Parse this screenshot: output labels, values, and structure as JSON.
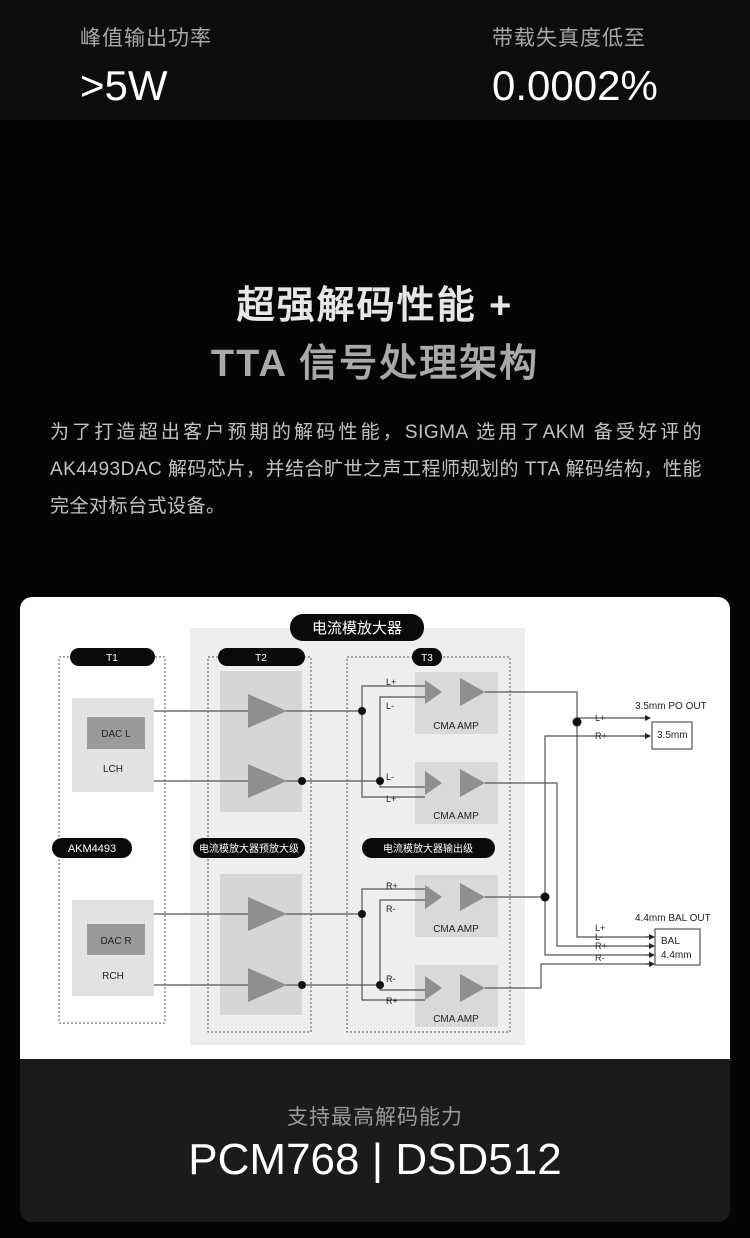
{
  "specs": [
    {
      "label": "峰值输出功率",
      "value": ">5W"
    },
    {
      "label": "带载失真度低至",
      "value": "0.0002%"
    }
  ],
  "heading": {
    "line1": "超强解码性能 +",
    "line2": "TTA 信号处理架构"
  },
  "description": "为了打造超出客户预期的解码性能，SIGMA  选用了AKM  备受好评的 AK4493DAC 解码芯片，并结合旷世之声工程师规划的 TTA 解码结构，性能完全对标台式设备。",
  "diagram": {
    "title": "电流模放大器",
    "t1": "T1",
    "t2": "T2",
    "t3": "T3",
    "akm": "AKM4493",
    "pre_stage": "电流模放大器预放大级",
    "out_stage": "电流模放大器输出级",
    "dac_l": "DAC L",
    "lch": "LCH",
    "dac_r": "DAC R",
    "rch": "RCH",
    "amp": "CMA AMP",
    "po_out": "3.5mm PO OUT",
    "po_box": "3.5mm",
    "bal_out": "4.4mm BAL OUT",
    "bal_box1": "BAL",
    "bal_box2": "4.4mm",
    "lp": "L+",
    "lm": "L-",
    "rp": "R+",
    "rm": "R-"
  },
  "footer": {
    "label": "支持最高解码能力",
    "value": "PCM768 | DSD512"
  }
}
